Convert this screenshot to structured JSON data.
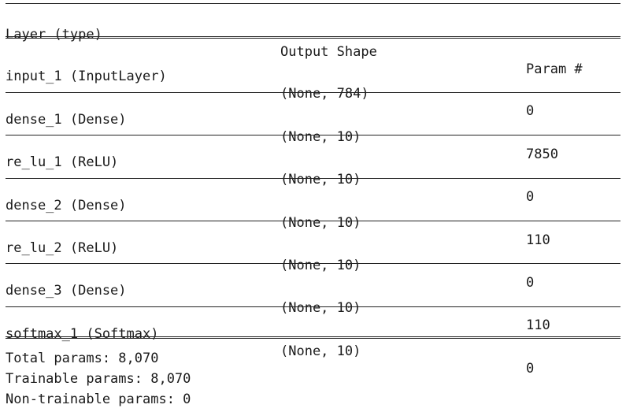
{
  "header": {
    "layer": "Layer (type)",
    "shape": "Output Shape",
    "param": "Param #"
  },
  "rows": [
    {
      "layer": "input_1 (InputLayer)",
      "shape": "(None, 784)",
      "param": "0"
    },
    {
      "layer": "dense_1 (Dense)",
      "shape": "(None, 10)",
      "param": "7850"
    },
    {
      "layer": "re_lu_1 (ReLU)",
      "shape": "(None, 10)",
      "param": "0"
    },
    {
      "layer": "dense_2 (Dense)",
      "shape": "(None, 10)",
      "param": "110"
    },
    {
      "layer": "re_lu_2 (ReLU)",
      "shape": "(None, 10)",
      "param": "0"
    },
    {
      "layer": "dense_3 (Dense)",
      "shape": "(None, 10)",
      "param": "110"
    },
    {
      "layer": "softmax_1 (Softmax)",
      "shape": "(None, 10)",
      "param": "0"
    }
  ],
  "footer": {
    "total": "Total params: 8,070",
    "trainable": "Trainable params: 8,070",
    "non_trainable": "Non-trainable params: 0"
  }
}
